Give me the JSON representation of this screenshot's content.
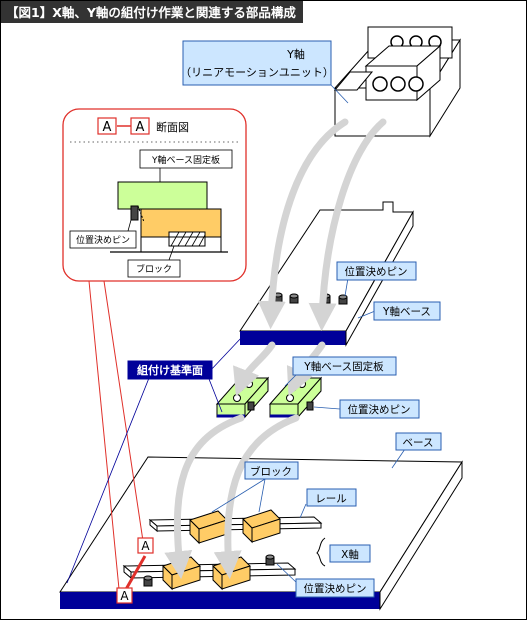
{
  "title": "【図1】X軸、Y軸の組付け作業と関連する部品構成",
  "colors": {
    "title_bg": "#333333",
    "navy": "#000099",
    "callout_fill": "#cce6ff",
    "callout_border": "#2a5fb0",
    "section_border": "#e0302a",
    "green_part": "#ccff99",
    "block_orange": "#ffcc66",
    "arrow_gray": "#d4d4d4"
  },
  "yaxis_unit": {
    "line1": "Y軸",
    "line2": "（リニアモーションユニット）"
  },
  "section_view": {
    "marker_a": "A",
    "heading": "断面図",
    "label_base_plate": "Y軸ベース固定板",
    "label_pin": "位置決めピン",
    "label_block": "ブロック"
  },
  "callouts": {
    "pin_top": "位置決めピン",
    "y_base": "Y軸ベース",
    "assembly_ref": "組付け基準面",
    "y_base_plate": "Y軸ベース固定板",
    "pin_mid": "位置決めピン",
    "base": "ベース",
    "block": "ブロック",
    "rail": "レール",
    "x_axis": "X軸",
    "pin_bottom": "位置決めピン"
  },
  "section_marks": {
    "upper": "A",
    "lower": "A"
  }
}
